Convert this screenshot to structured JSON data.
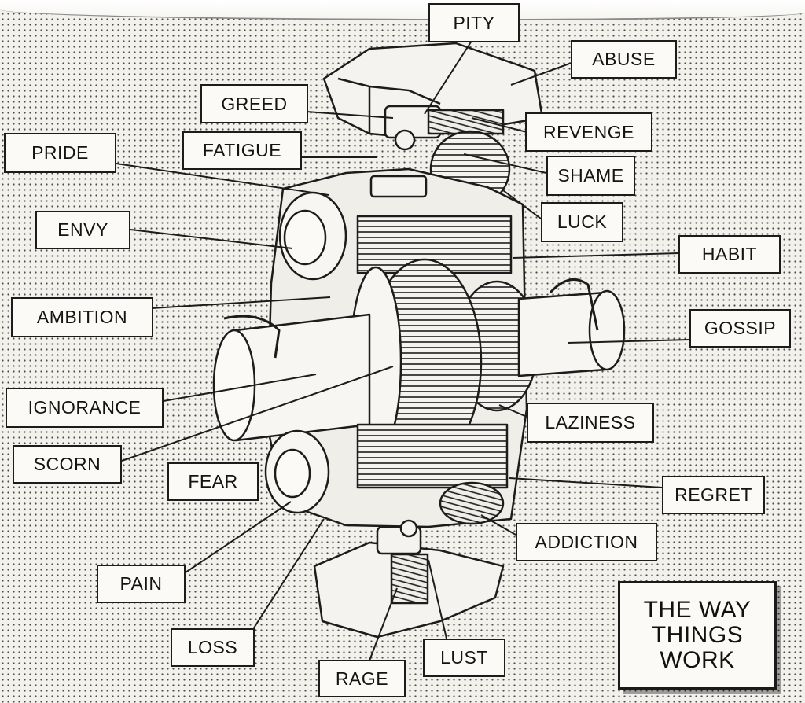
{
  "title": [
    "THE WAY",
    "THINGS",
    "WORK"
  ],
  "labels": {
    "pity": "PITY",
    "abuse": "ABUSE",
    "greed": "GREED",
    "revenge": "REVENGE",
    "pride": "PRIDE",
    "fatigue": "FATIGUE",
    "shame": "SHAME",
    "luck": "LUCK",
    "envy": "ENVY",
    "habit": "HABIT",
    "ambition": "AMBITION",
    "gossip": "GOSSIP",
    "ignorance": "IGNORANCE",
    "laziness": "LAZINESS",
    "scorn": "SCORN",
    "fear": "FEAR",
    "regret": "REGRET",
    "addiction": "ADDICTION",
    "pain": "PAIN",
    "loss": "LOSS",
    "lust": "LUST",
    "rage": "RAGE"
  },
  "colors": {
    "ink": "#1c1c1c",
    "paper": "#f3f1ec"
  }
}
